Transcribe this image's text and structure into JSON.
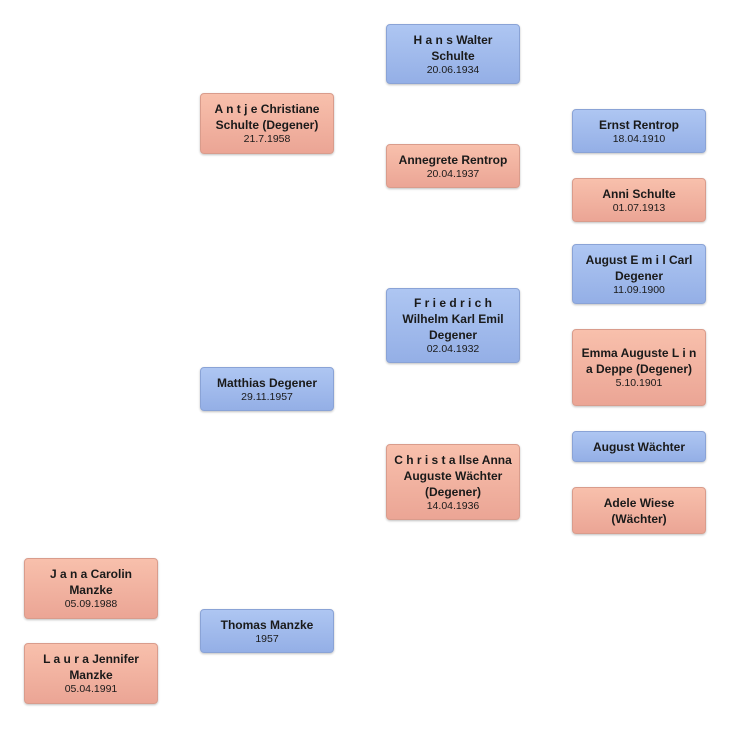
{
  "people": {
    "hans_walter": {
      "name": "H a n s Walter Schulte",
      "date": "20.06.1934",
      "sex": "male"
    },
    "antje": {
      "name": "A n t j e Christiane Schulte (Degener)",
      "date": "21.7.1958",
      "sex": "female"
    },
    "annegrete": {
      "name": "Annegrete Rentrop",
      "date": "20.04.1937",
      "sex": "female"
    },
    "ernst": {
      "name": "Ernst Rentrop",
      "date": "18.04.1910",
      "sex": "male"
    },
    "anni": {
      "name": "Anni Schulte",
      "date": "01.07.1913",
      "sex": "female"
    },
    "august_emil": {
      "name": "August E m i l Carl Degener",
      "date": "11.09.1900",
      "sex": "male"
    },
    "friedrich": {
      "name": "F r i e d r i c h Wilhelm Karl Emil Degener",
      "date": "02.04.1932",
      "sex": "male"
    },
    "emma": {
      "name": "Emma Auguste L i n a Deppe (Degener)",
      "date": "5.10.1901",
      "sex": "female"
    },
    "matthias": {
      "name": "Matthias Degener",
      "date": "29.11.1957",
      "sex": "male"
    },
    "august_waechter": {
      "name": "August Wächter",
      "date": "",
      "sex": "male"
    },
    "christa": {
      "name": "C h r i s t a Ilse Anna Auguste Wächter (Degener)",
      "date": "14.04.1936",
      "sex": "female"
    },
    "adele": {
      "name": "Adele Wiese (Wächter)",
      "date": "",
      "sex": "female"
    },
    "jana": {
      "name": "J a n a Carolin Manzke",
      "date": "05.09.1988",
      "sex": "female"
    },
    "thomas": {
      "name": "Thomas Manzke",
      "date": "1957",
      "sex": "male"
    },
    "laura": {
      "name": "L a u r a Jennifer Manzke",
      "date": "05.04.1991",
      "sex": "female"
    }
  }
}
